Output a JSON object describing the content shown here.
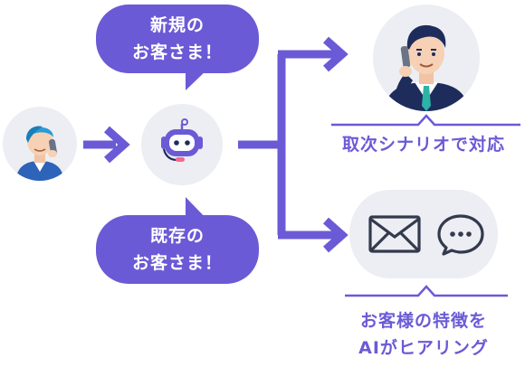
{
  "bubbles": {
    "new_customer": [
      "新規の",
      "お客さま！"
    ],
    "existing_customer": [
      "既存の",
      "お客さま！"
    ]
  },
  "labels": {
    "top_right": "取次シナリオで対応",
    "bottom_right_line1": "お客様の特徴を",
    "bottom_right_line2": "AIがヒアリング"
  },
  "colors": {
    "accent": "#6b5ad6",
    "circle_bg": "#eceef3",
    "navy": "#1e2c5c",
    "skin": "#f7d1b5"
  },
  "icons": [
    "caller-person-icon",
    "bot-icon",
    "businessman-icon",
    "mail-icon",
    "chat-bubble-icon"
  ]
}
